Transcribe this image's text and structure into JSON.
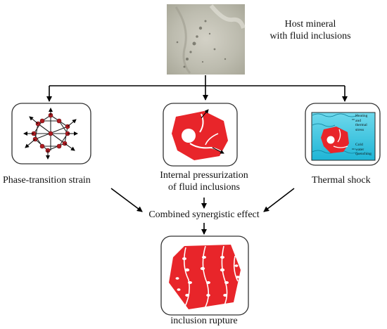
{
  "host": {
    "label_line1": "Host mineral",
    "label_line2": "with fluid inclusions"
  },
  "mechanisms": {
    "phase_transition": {
      "label": "Phase-transition strain"
    },
    "internal_pressurization": {
      "label_line1": "Internal pressurization",
      "label_line2": "of fluid inclusions"
    },
    "thermal_shock": {
      "label": "Thermal shock",
      "heating_label_line1": "Heating",
      "heating_label_line2": "and",
      "heating_label_line3": "thermal",
      "heating_label_line4": "stress",
      "cold_label_line1": "Cold",
      "cold_label_line2": "water",
      "cold_label_line3": "quenching"
    }
  },
  "combined": {
    "label": "Combined synergistic effect"
  },
  "result": {
    "label": "inclusion rupture"
  },
  "colors": {
    "mineral_red": "#e8252a",
    "atom_red": "#b01c22",
    "water_cyan": "#36c6df",
    "arrow": "#000000",
    "panel_border": "#333333"
  }
}
